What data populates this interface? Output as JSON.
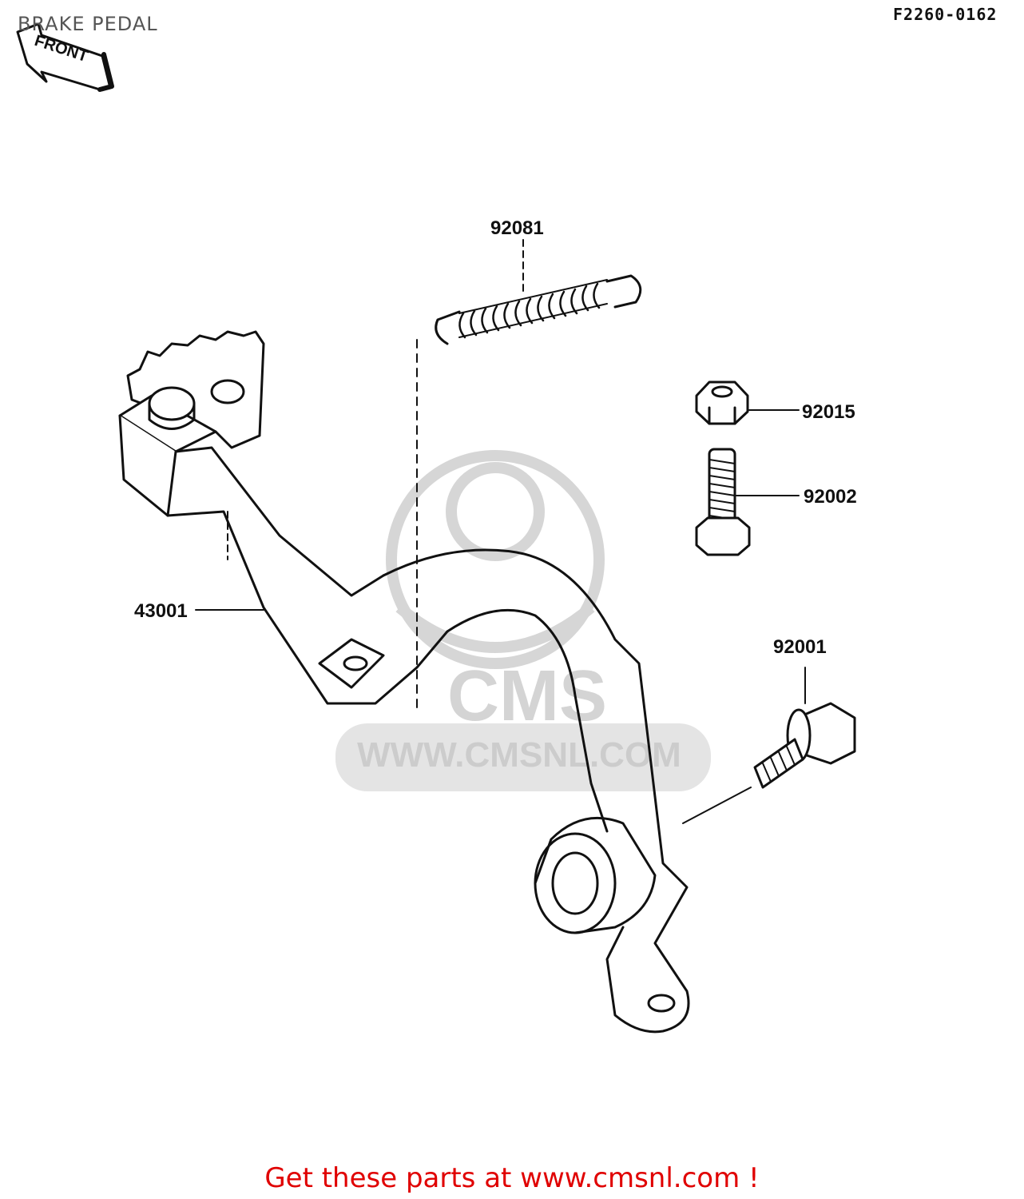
{
  "page": {
    "title": "BRAKE PEDAL",
    "figure_code": "F2260-0162",
    "footer": "Get these parts at www.cmsnl.com !"
  },
  "diagram": {
    "front_arrow_label": "FRONT",
    "watermark": {
      "logo_text": "CMS",
      "url": "WWW.CMSNL.COM"
    },
    "parts": [
      {
        "number": "92081",
        "name": "spring"
      },
      {
        "number": "92015",
        "name": "nut"
      },
      {
        "number": "92002",
        "name": "bolt"
      },
      {
        "number": "43001",
        "name": "brake pedal"
      },
      {
        "number": "92001",
        "name": "flange bolt"
      }
    ]
  },
  "colors": {
    "line": "#111111",
    "watermark": "#d0d0d0",
    "footer_text": "#e00000",
    "title_text": "#555555"
  }
}
